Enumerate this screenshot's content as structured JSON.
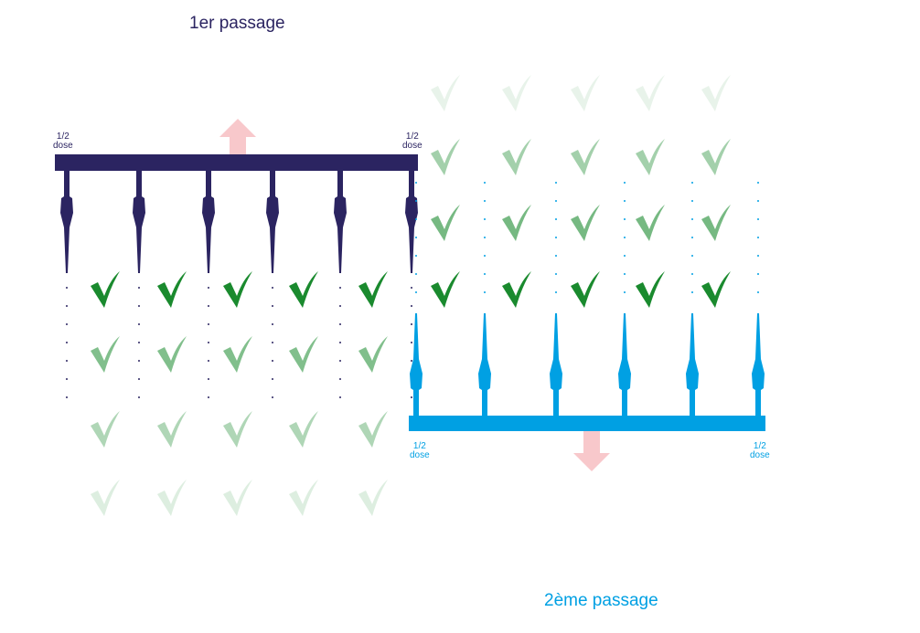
{
  "colors": {
    "pass1": "#2b2461",
    "pass2": "#00a0e3",
    "arrow": "#f8c8cb",
    "check": "#1a8a2e"
  },
  "pass1": {
    "title": "1er passage",
    "dose_left": [
      "1/2",
      "dose"
    ],
    "dose_right": [
      "1/2",
      "dose"
    ],
    "nozzle_count": 6,
    "direction": "up",
    "check_row_opacity": [
      1,
      0.55,
      0.35,
      0.15
    ]
  },
  "pass2": {
    "title": "2ème passage",
    "dose_left": [
      "1/2",
      "dose"
    ],
    "dose_right": [
      "1/2",
      "dose"
    ],
    "nozzle_count": 6,
    "direction": "down",
    "check_row_opacity": [
      0.1,
      0.4,
      0.6,
      1
    ]
  },
  "icons": [
    "check-icon",
    "nozzle-icon",
    "arrow-up-icon",
    "arrow-down-icon"
  ]
}
